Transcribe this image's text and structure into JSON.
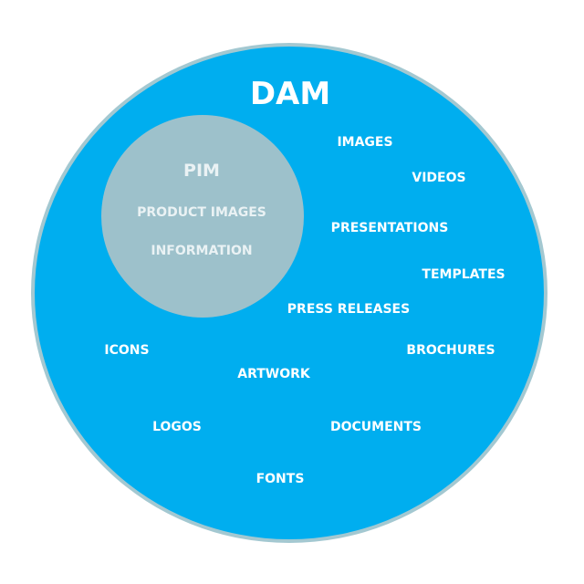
{
  "dam": {
    "title": "DAM",
    "items": [
      "IMAGES",
      "VIDEOS",
      "PRESENTATIONS",
      "TEMPLATES",
      "PRESS RELEASES",
      "ICONS",
      "BROCHURES",
      "ARTWORK",
      "LOGOS",
      "DOCUMENTS",
      "FONTS"
    ]
  },
  "pim": {
    "title": "PIM",
    "items": [
      "PRODUCT IMAGES",
      "INFORMATION"
    ]
  },
  "colors": {
    "dam_fill": "#00aeef",
    "dam_border": "#a3c8d1",
    "pim_fill": "#9dc1cb",
    "text": "#ffffff"
  }
}
